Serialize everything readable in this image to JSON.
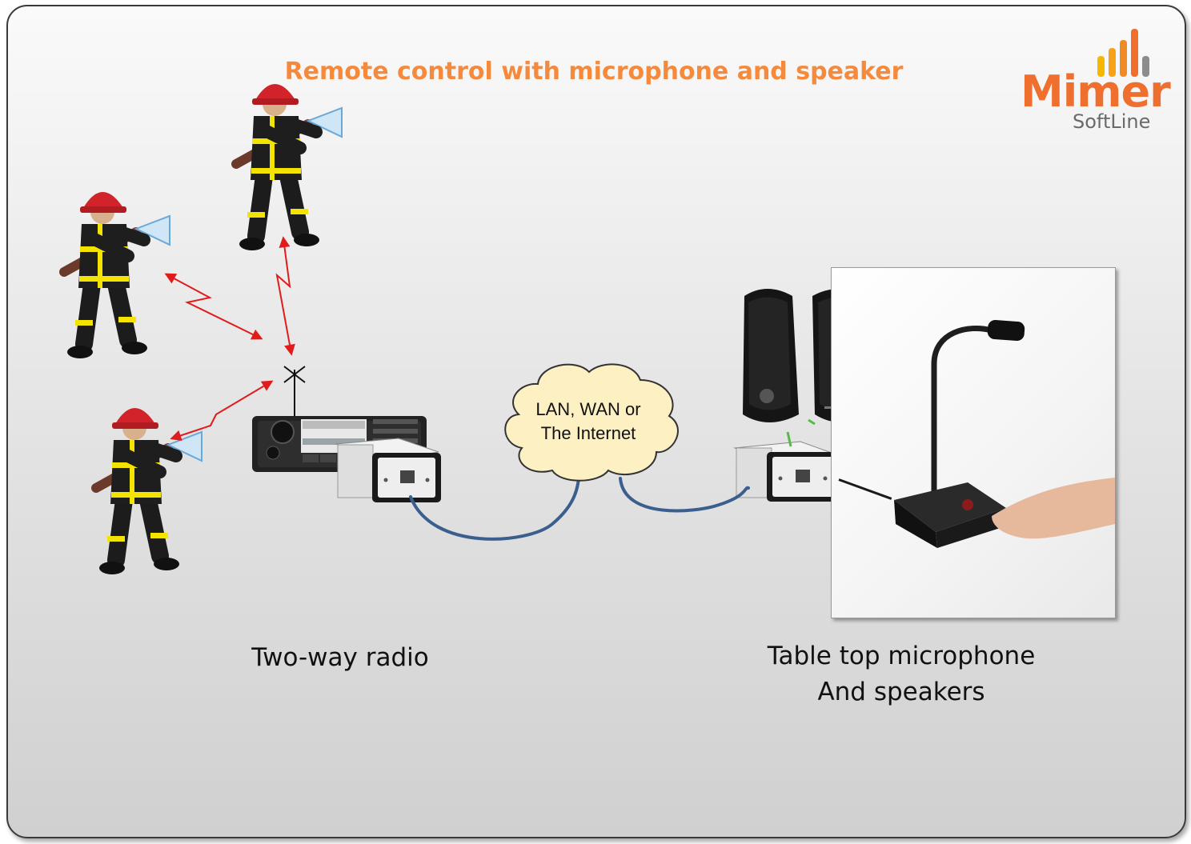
{
  "title": "Remote control with microphone and speaker",
  "logo": {
    "name": "Mimer",
    "sub": "SoftLine",
    "bar_colors": [
      "#f5b800",
      "#f7a21b",
      "#f08a24",
      "#ef6f2e",
      "#8c8c8c"
    ]
  },
  "cloud": {
    "line1": "LAN, WAN or",
    "line2": "The Internet"
  },
  "captions": {
    "radio": "Two-way radio",
    "microphone_line1": "Table top microphone",
    "microphone_line2": "And speakers"
  },
  "colors": {
    "title": "#f58a3c",
    "radio_link": "#e11b1b",
    "cable": "#3a5f8f",
    "cloud_fill": "#fdf1c4"
  }
}
